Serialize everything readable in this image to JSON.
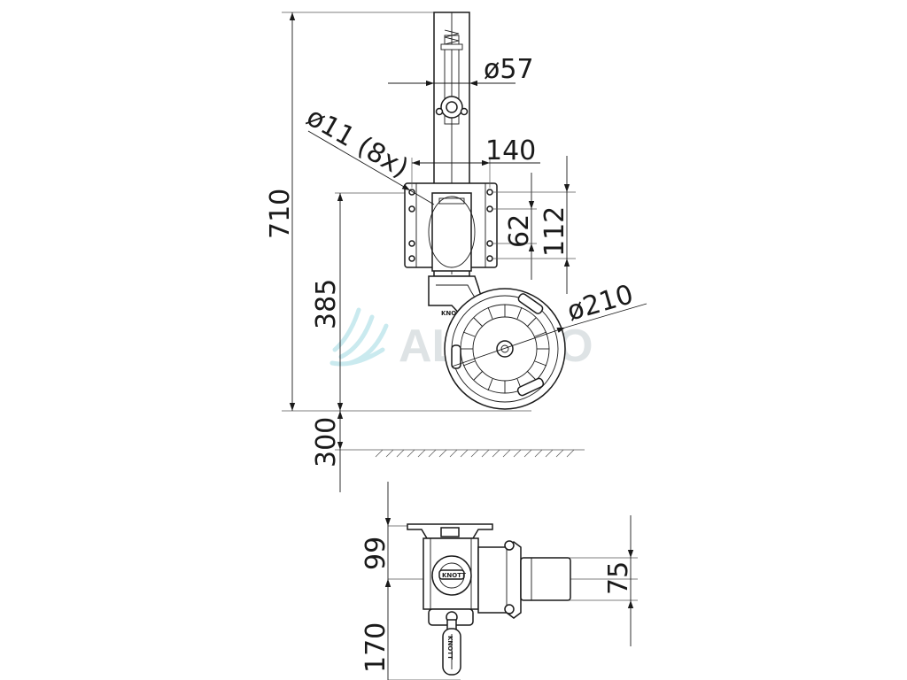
{
  "watermark": {
    "text": "ALASKO"
  },
  "brand": {
    "label": "KNOTT"
  },
  "dimensions": {
    "overall_height": "710",
    "tube_diameter": "ø57",
    "bolt_holes": "ø11 (8x)",
    "plate_width": "140",
    "hole_spacing_small": "62",
    "hole_spacing_large": "112",
    "wheel_diameter": "ø210",
    "lower_height": "385",
    "lift_travel": "300",
    "plate_offset": "99",
    "handle_length": "170",
    "clamp_height": "75"
  },
  "colors": {
    "line": "#1a1a1a",
    "watermark": "#d4dadd",
    "watermark_accent": "#b9e3ea"
  }
}
